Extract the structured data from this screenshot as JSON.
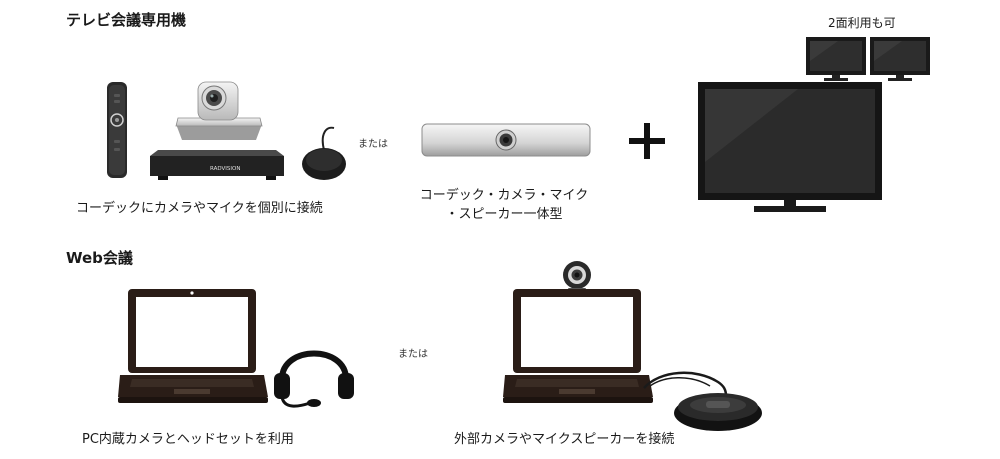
{
  "sections": {
    "tv": {
      "title": "テレビ会議専用機",
      "caption_codec": "コーデックにカメラやマイクを個別に接続",
      "or_label": "または",
      "caption_allinone_line1": "コーデック・カメラ・マイク",
      "caption_allinone_line2": "・スピーカー一体型",
      "plus_sign": "＋",
      "dual_monitor_label": "2面利用も可",
      "codec_brand": "RADVISION"
    },
    "web": {
      "title": "Web会議",
      "caption_pc": "PC内蔵カメラとヘッドセットを利用",
      "or_label": "または",
      "caption_external": "外部カメラやマイクスピーカーを接続"
    }
  }
}
